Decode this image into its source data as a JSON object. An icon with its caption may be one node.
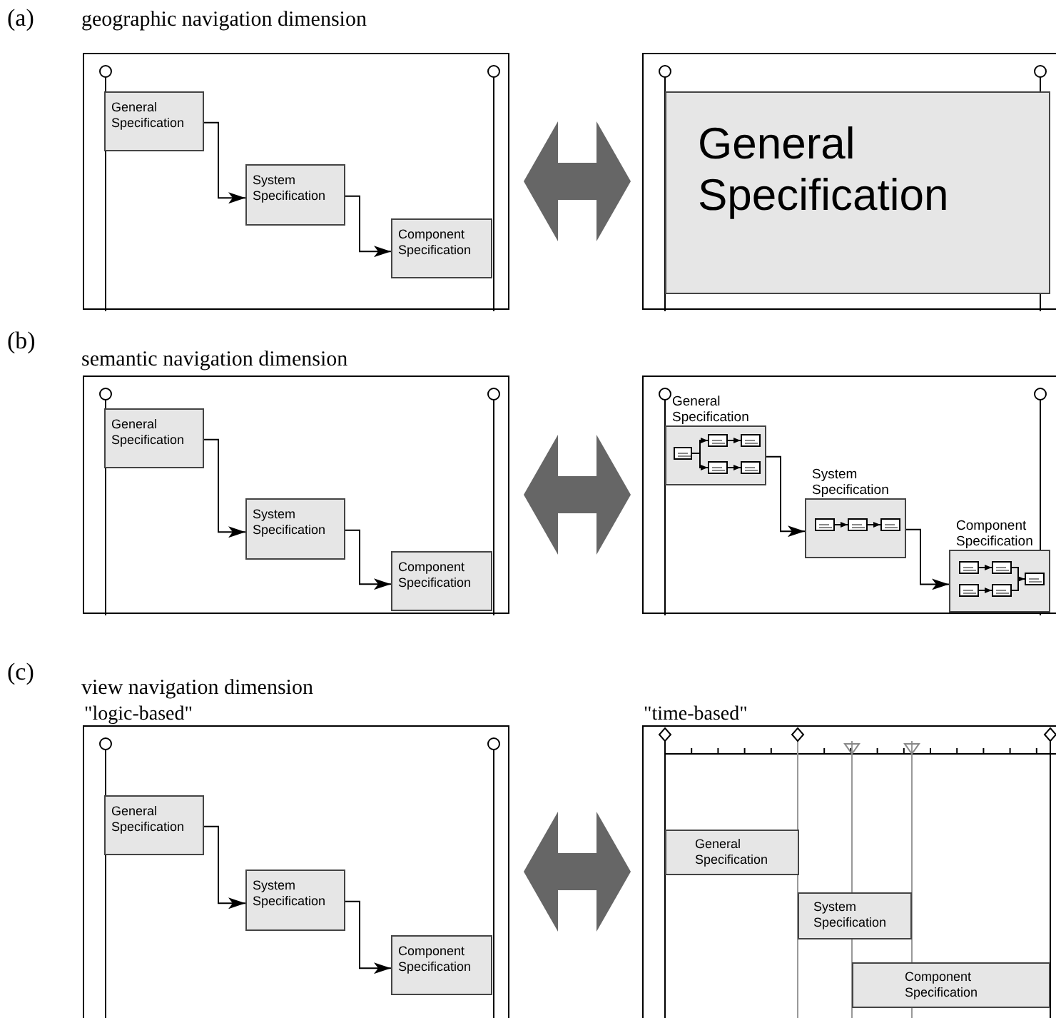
{
  "diagram": {
    "nodes": [
      {
        "text": [],
        "shape": "box"
      },
      {
        "text": [
          "General Specification"
        ],
        "in": 0
      },
      {
        "text": [
          "System Specification"
        ],
        "in": 0
      },
      {
        "text": [
          "Component Specification"
        ],
        "in": 0
      },
      {
        "text": [],
        "shape": "box"
      },
      {
        "text": [
          "General Specification"
        ],
        "in": 4
      },
      {
        "text": [],
        "shape": "box"
      },
      {
        "text": [
          "General Specification"
        ],
        "in": 6
      },
      {
        "text": [
          "System Specification"
        ],
        "in": 6
      },
      {
        "text": [
          "Component Specification"
        ],
        "in": 6
      },
      {
        "text": [],
        "shape": "box"
      },
      {
        "text": [
          "General Specification"
        ],
        "in": 10
      },
      {
        "text": [],
        "shape": "box",
        "in": 11
      },
      {
        "text": [],
        "shape": "box",
        "in": 11
      },
      {
        "text": [],
        "shape": "box",
        "in": 11
      },
      {
        "text": [],
        "shape": "box",
        "in": 11
      },
      {
        "text": [],
        "shape": "box",
        "in": 11
      },
      {
        "text": [
          "System Specification"
        ],
        "in": 10
      },
      {
        "text": [],
        "shape": "box",
        "in": 17
      },
      {
        "text": [],
        "shape": "box",
        "in": 17
      },
      {
        "text": [],
        "shape": "box",
        "in": 17
      },
      {
        "text": [
          "Component Specification"
        ],
        "in": 10
      },
      {
        "text": [],
        "shape": "box",
        "in": 21
      },
      {
        "text": [],
        "shape": "box",
        "in": 21
      },
      {
        "text": [],
        "shape": "box",
        "in": 21
      },
      {
        "text": [],
        "shape": "box",
        "in": 21
      },
      {
        "text": [],
        "shape": "box",
        "in": 21
      },
      {
        "text": [
          "\"logic-based\""
        ]
      },
      {
        "text": [
          "General Specification"
        ],
        "in": 27
      },
      {
        "text": [
          "System Specification"
        ],
        "in": 27
      },
      {
        "text": [
          "Component Specification"
        ],
        "in": 27
      },
      {
        "text": [
          "\"time-based\""
        ]
      },
      {
        "text": [
          "General Specification"
        ],
        "in": 31
      },
      {
        "text": [
          "System Specification"
        ],
        "in": 31
      },
      {
        "text": [
          "Component Specification"
        ],
        "in": 31
      }
    ],
    "edges": [
      {
        "from": 1,
        "to": 2,
        "arrow": "to"
      },
      {
        "from": 2,
        "to": 3,
        "arrow": "to"
      },
      {
        "from": 0,
        "to": 4,
        "arrow": "both",
        "style": "thick",
        "color": "#666666"
      },
      {
        "from": 7,
        "to": 8,
        "arrow": "to"
      },
      {
        "from": 8,
        "to": 9,
        "arrow": "to"
      },
      {
        "from": 6,
        "to": 10,
        "arrow": "both",
        "style": "thick",
        "color": "#666666"
      },
      {
        "from": 11,
        "to": 17,
        "arrow": "to"
      },
      {
        "from": 17,
        "to": 21,
        "arrow": "to"
      },
      {
        "from": 12,
        "to": 13,
        "arrow": "to"
      },
      {
        "from": 12,
        "to": 15,
        "arrow": "to"
      },
      {
        "from": 13,
        "to": 14,
        "arrow": "to"
      },
      {
        "from": 15,
        "to": 16,
        "arrow": "to"
      },
      {
        "from": 18,
        "to": 19,
        "arrow": "to"
      },
      {
        "from": 19,
        "to": 20,
        "arrow": "to"
      },
      {
        "from": 22,
        "to": 23,
        "arrow": "to"
      },
      {
        "from": 24,
        "to": 25,
        "arrow": "to"
      },
      {
        "from": 23,
        "to": 26,
        "arrow": "to"
      },
      {
        "from": 25,
        "to": 26,
        "arrow": "to"
      },
      {
        "from": 28,
        "to": 29,
        "arrow": "to"
      },
      {
        "from": 29,
        "to": 30,
        "arrow": "to"
      },
      {
        "from": 27,
        "to": 31,
        "arrow": "both",
        "style": "thick",
        "color": "#666666"
      }
    ],
    "labels": [
      "(a)",
      "geographic navigation dimension",
      "(b)",
      "semantic navigation dimension",
      "(c)",
      "view navigation dimension"
    ]
  }
}
